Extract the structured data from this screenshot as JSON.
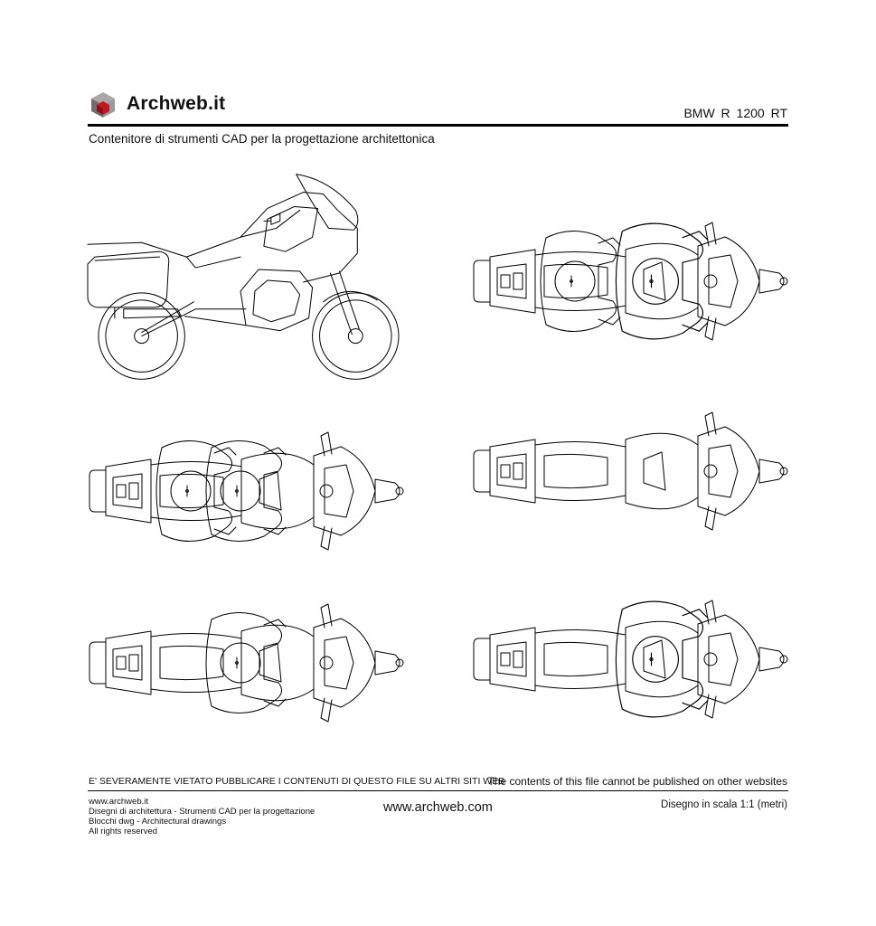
{
  "header": {
    "brand": "Archweb.it",
    "model": "BMW  R  1200 RT",
    "subtitle": "Contenitore di strumenti CAD per la progettazione architettonica"
  },
  "colors": {
    "logo_red": "#c4161c",
    "logo_dark": "#6e6e6e",
    "logo_light": "#a8a8a8",
    "line": "#000000"
  },
  "views": [
    {
      "id": "side-view",
      "icon": "motorcycle-side-elevation"
    },
    {
      "id": "top-view-two-riders-right",
      "icon": "motorcycle-top-two-riders"
    },
    {
      "id": "top-view-two-riders-left",
      "icon": "motorcycle-top-two-riders"
    },
    {
      "id": "top-view-empty-right",
      "icon": "motorcycle-top-empty"
    },
    {
      "id": "top-view-one-rider-left",
      "icon": "motorcycle-top-one-rider"
    },
    {
      "id": "top-view-one-rider-right",
      "icon": "motorcycle-top-one-rider"
    }
  ],
  "footer": {
    "warning_it": "E' SEVERAMENTE VIETATO PUBBLICARE I CONTENUTI DI QUESTO FILE SU ALTRI SITI WEB",
    "warning_en": "The contents of this file cannot be published on other websites",
    "lines": [
      "www.archweb.it",
      "Disegni di architettura - Strumenti CAD  per la progettazione",
      "Blocchi dwg - Architectural drawings",
      "All rights reserved"
    ],
    "url": "www.archweb.com",
    "scale": "Disegno in scala 1:1 (metri)"
  }
}
